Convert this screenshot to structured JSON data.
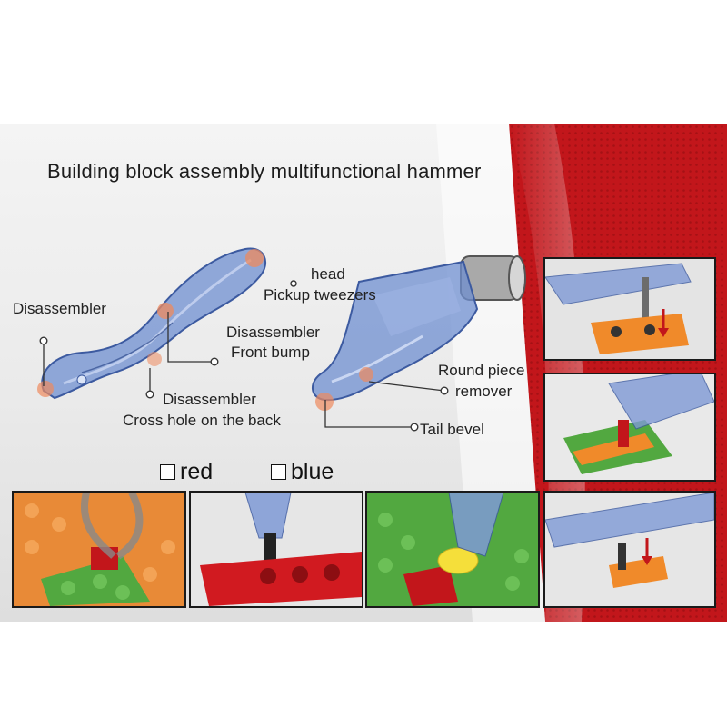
{
  "title": "Building block assembly multifunctional hammer",
  "labels": {
    "disassembler_left": "Disassembler",
    "head": "head",
    "pickup_tweezers": "Pickup tweezers",
    "disassembler_mid": "Disassembler",
    "front_bump": "Front bump",
    "disassembler_bottom": "Disassembler",
    "cross_hole": "Cross hole on the back",
    "round_piece": "Round piece",
    "remover": "remover",
    "tail_bevel": "Tail bevel"
  },
  "options": {
    "red": "red",
    "blue": "blue"
  },
  "colors": {
    "accent_red": "#c2161b",
    "tool_blue": "#6f8fd0",
    "highlight": "#ee8a5e"
  }
}
